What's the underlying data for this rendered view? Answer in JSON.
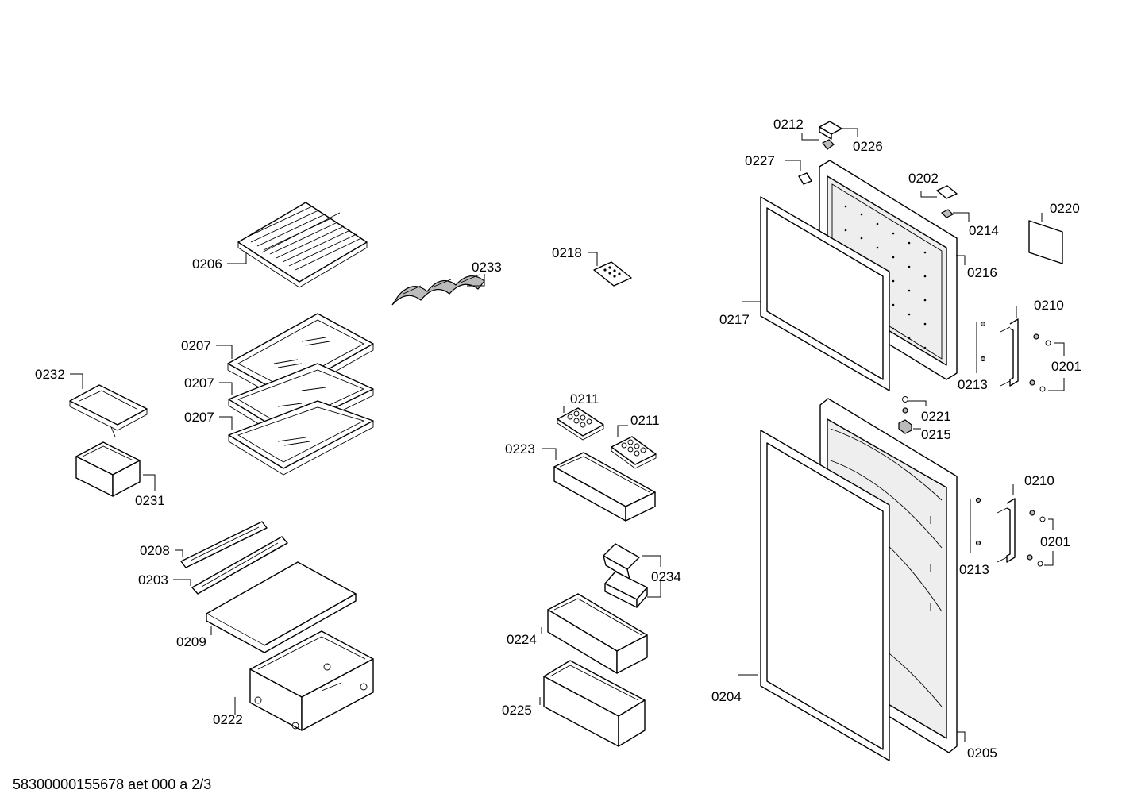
{
  "footer": "58300000155678 aet 000 a 2/3",
  "labels": {
    "l0201a": "0201",
    "l0201b": "0201",
    "l0202": "0202",
    "l0203": "0203",
    "l0204": "0204",
    "l0205": "0205",
    "l0206": "0206",
    "l0207a": "0207",
    "l0207b": "0207",
    "l0207c": "0207",
    "l0208": "0208",
    "l0209": "0209",
    "l0210a": "0210",
    "l0210b": "0210",
    "l0211a": "0211",
    "l0211b": "0211",
    "l0212": "0212",
    "l0213a": "0213",
    "l0213b": "0213",
    "l0214": "0214",
    "l0215": "0215",
    "l0216": "0216",
    "l0217": "0217",
    "l0218": "0218",
    "l0220": "0220",
    "l0221": "0221",
    "l0222": "0222",
    "l0223": "0223",
    "l0224": "0224",
    "l0225": "0225",
    "l0226": "0226",
    "l0227": "0227",
    "l0231": "0231",
    "l0232": "0232",
    "l0233": "0233",
    "l0234": "0234"
  }
}
